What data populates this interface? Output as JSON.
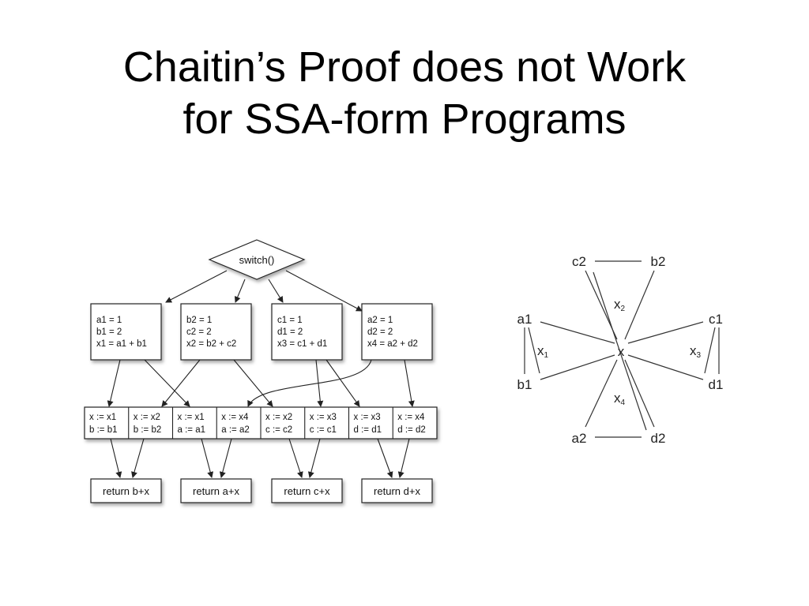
{
  "title": {
    "line1": "Chaitin’s Proof does not Work",
    "line2": "for SSA-form Programs"
  },
  "cfg": {
    "switch_label": "switch()",
    "blocks": [
      [
        "a1 = 1",
        "b1 = 2",
        "x1 = a1 + b1"
      ],
      [
        "b2 = 1",
        "c2 = 2",
        "x2 = b2 + c2"
      ],
      [
        "c1 = 1",
        "d1 = 2",
        "x3 = c1 + d1"
      ],
      [
        "a2 = 1",
        "d2 = 2",
        "x4 = a2 + d2"
      ]
    ],
    "copies": [
      [
        "x := x1",
        "b := b1"
      ],
      [
        "x := x2",
        "b := b2"
      ],
      [
        "x := x1",
        "a := a1"
      ],
      [
        "x := x4",
        "a := a2"
      ],
      [
        "x := x2",
        "c := c2"
      ],
      [
        "x := x3",
        "c := c1"
      ],
      [
        "x := x3",
        "d := d1"
      ],
      [
        "x := x4",
        "d := d2"
      ]
    ],
    "returns": [
      "return b+x",
      "return a+x",
      "return c+x",
      "return d+x"
    ]
  },
  "graph": {
    "nodes": {
      "x": "x",
      "a1": "a1",
      "b1": "b1",
      "c1": "c1",
      "d1": "d1",
      "a2": "a2",
      "b2": "b2",
      "c2": "c2",
      "d2": "d2"
    },
    "x_labels": [
      {
        "base": "x",
        "sub": "1"
      },
      {
        "base": "x",
        "sub": "2"
      },
      {
        "base": "x",
        "sub": "3"
      },
      {
        "base": "x",
        "sub": "4"
      }
    ]
  }
}
